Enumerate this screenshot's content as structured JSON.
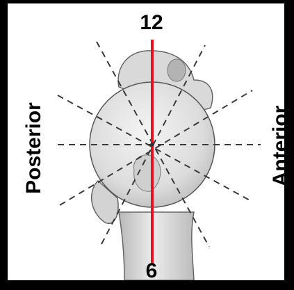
{
  "labels": {
    "top": "12",
    "bottom": "6",
    "left": "Posterior",
    "right": "Anterior"
  },
  "colors": {
    "frame": "#000000",
    "background": "#ffffff",
    "clock_line": "#e0141b",
    "dashed_lines": "#3a3a3a",
    "bone_fill": "#e6e6e6",
    "bone_outline": "#555555"
  }
}
